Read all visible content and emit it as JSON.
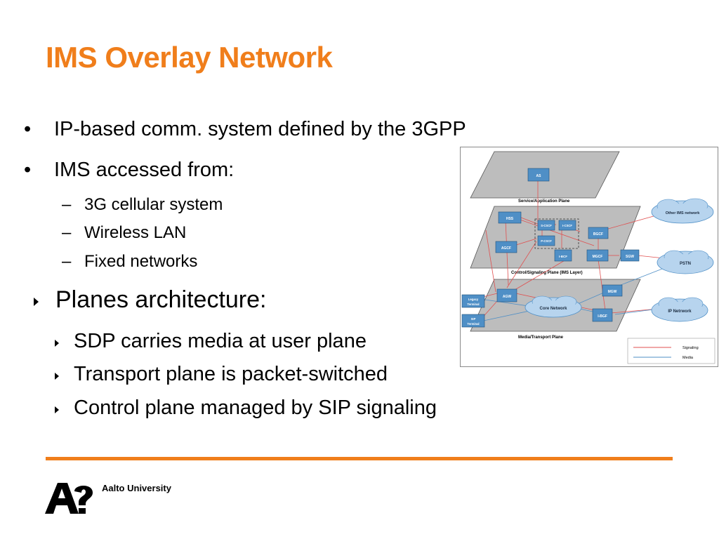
{
  "slide": {
    "title": "IMS Overlay Network",
    "bullets": [
      "IP-based comm. system defined by the 3GPP",
      "IMS accessed from:"
    ],
    "sub_bullets": [
      "3G cellular system",
      "Wireless LAN",
      "Fixed networks"
    ],
    "section": "Planes architecture:",
    "section_items": [
      "SDP carries media at user plane",
      "Transport plane is packet-switched",
      "Control plane managed by SIP signaling"
    ],
    "university": "Aalto University"
  },
  "diagram": {
    "planes": {
      "service": "Service/Application Plane",
      "control": "Control/Signaling Plane (IMS Layer)",
      "media": "Media/Transport Plane"
    },
    "nodes": {
      "as": "AS",
      "hss": "HSS",
      "scscf": "S-CSCF",
      "icscf": "I-CSCF",
      "pcscf": "P-CSCF",
      "bgcf": "BGCF",
      "agcf": "AGCF",
      "ibcf": "I-BCF",
      "mgcf": "MGCF",
      "sgw": "SGW",
      "agw": "AGW",
      "mgw": "MGW",
      "ibgf": "I-BGF",
      "legacy1": "Legacy",
      "legacy2": "Terminal",
      "sip1": "SIP",
      "sip2": "Terminal"
    },
    "clouds": {
      "other_ims": "Other IMS network",
      "pstn": "PSTN",
      "core": "Core Network",
      "ip_network": "IP Netrwork"
    },
    "legend": {
      "signaling": "Signaling",
      "media": "Media"
    },
    "colors": {
      "signaling": "#e05050",
      "media": "#4f8fc6",
      "node_fill": "#4f8fc6",
      "cloud_fill": "#b7d4ee",
      "plane_fill": "#bdbdbd"
    }
  }
}
